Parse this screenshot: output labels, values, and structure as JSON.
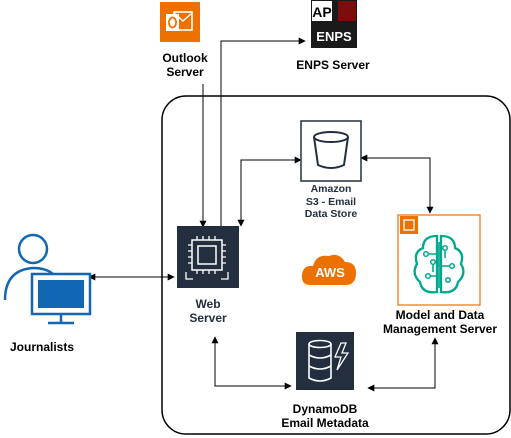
{
  "nodes": {
    "outlook": {
      "label_lines": [
        "Outlook",
        "Server"
      ],
      "icon": "outlook-icon",
      "color": "#ED7100"
    },
    "enps": {
      "label": "ENPS Server",
      "logo_lines": [
        "AP",
        "ENPS"
      ],
      "icon": "ap-enps-logo"
    },
    "s3": {
      "label_lines": [
        "Amazon",
        "S3 - Email",
        "Data Store"
      ],
      "icon": "s3-bucket-icon",
      "color": "#232F3E"
    },
    "web": {
      "label_lines": [
        "Web",
        "Server"
      ],
      "icon": "ec2-chip-icon",
      "color": "#232F3E"
    },
    "aws": {
      "label": "AWS",
      "icon": "aws-cloud-icon",
      "color": "#ED7100"
    },
    "model": {
      "label_lines": [
        "Model and Data",
        "Management Server"
      ],
      "icon": "sagemaker-brain-icon",
      "color": "#01A88D"
    },
    "dynamo": {
      "label_lines": [
        "DynamoDB",
        "Email Metadata"
      ],
      "icon": "dynamodb-icon",
      "color": "#232F3E"
    },
    "journalists": {
      "label": "Journalists",
      "icon": "user-computer-icon",
      "color": "#1167B1"
    }
  }
}
